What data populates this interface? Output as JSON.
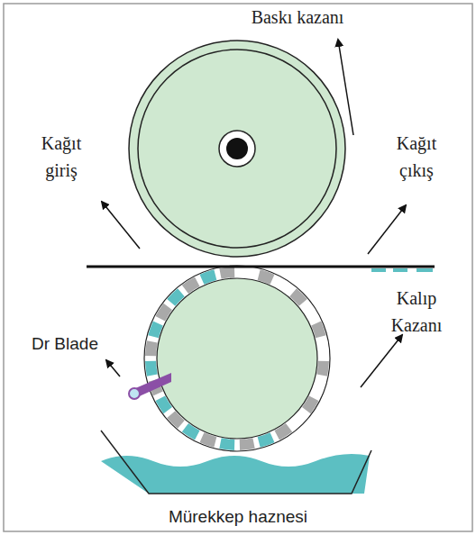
{
  "diagram": {
    "labels": [
      "Baskı kazanı",
      "Kağıt giriş",
      "Kağıt çıkış",
      "Dr Blade",
      "Kalıp Kazanı",
      "Mürekkep haznesi"
    ]
  }
}
